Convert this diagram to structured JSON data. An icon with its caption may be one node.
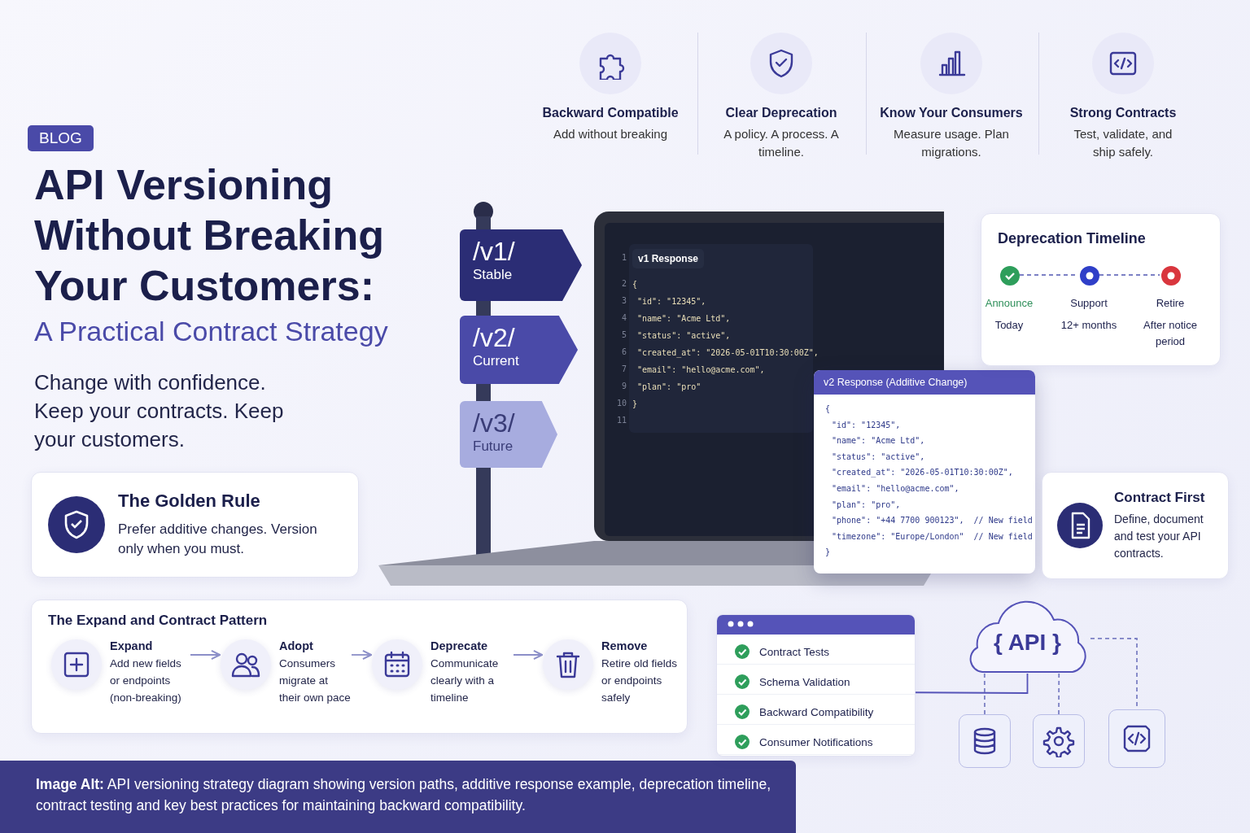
{
  "diagram": {
    "title": "API Versioning Without Breaking Your Customers:",
    "caption": "**Image Alt:** API versioning strategy diagram showing version paths, additive response example, deprecation timeline, contract testing and key best practices for maintaining backward compatibility.",
    "nodes": [
      {
        "text": [
          "Backward Compatible",
          "Add without breaking"
        ]
      },
      {
        "text": [
          "Clear Deprecation",
          "A policy. A process. A timeline."
        ]
      },
      {
        "text": [
          "Know Your Consumers",
          "Measure usage. Plan migrations."
        ]
      },
      {
        "text": [
          "Strong Contracts",
          "Test, validate, and ship safely."
        ]
      },
      {
        "text": [
          "/v1/",
          "Stable"
        ]
      },
      {
        "text": [
          "/v2/",
          "Current"
        ]
      },
      {
        "text": [
          "/v3/",
          "Future"
        ]
      },
      {
        "text": [
          "v1 Response",
          "{",
          "\"id\": \"12345\",",
          "\"name\": \"Acme Ltd\",",
          "\"status\": \"active\",",
          "\"created_at\": \"2026-05-01T10:30:00Z\",",
          "\"email\": \"hello@acme.com\",",
          "\"plan\": \"pro\"",
          "}"
        ]
      },
      {
        "text": [
          "v2 Response (Additive Change)",
          "{",
          "\"id\": \"12345\",",
          "\"name\": \"Acme Ltd\",",
          "\"status\": \"active\",",
          "\"created_at\": \"2026-05-01T10:30:00Z\",",
          "\"email\": \"hello@acme.com\",",
          "\"plan\": \"pro\",",
          "\"phone\": \"+44 7700 900123\",  // New field",
          "\"timezone\": \"Europe/London\"  // New field",
          "}"
        ]
      },
      {
        "text": [
          "Deprecation Timeline"
        ]
      },
      {
        "text": [],
        "shape": "circle",
        "in": 9,
        "beside": [
          "Announce",
          "Today"
        ]
      },
      {
        "text": [],
        "shape": "circle",
        "in": 9,
        "beside": [
          "Support",
          "12+ months"
        ]
      },
      {
        "text": [],
        "shape": "circle",
        "in": 9,
        "beside": [
          "Retire",
          "After notice period"
        ]
      },
      {
        "text": [
          "The Golden Rule",
          "Prefer additive changes. Version only when you must."
        ]
      },
      {
        "text": [
          "Contract First",
          "Define, document and test your API contracts."
        ]
      },
      {
        "text": [
          "The Expand and Contract Pattern"
        ]
      },
      {
        "text": [
          "Expand",
          "Add new fields or endpoints (non-breaking)"
        ],
        "in": 15
      },
      {
        "text": [
          "Adopt",
          "Consumers migrate at their own pace"
        ],
        "in": 15
      },
      {
        "text": [
          "Deprecate",
          "Communicate clearly with a timeline"
        ],
        "in": 15
      },
      {
        "text": [
          "Remove",
          "Retire old fields or endpoints safely"
        ],
        "in": 15
      },
      {
        "text": [
          "Contract Tests",
          "Schema Validation",
          "Backward Compatibility",
          "Consumer Notifications"
        ]
      },
      {
        "text": [
          "{ API }"
        ]
      },
      {
        "text": [],
        "shape": "box"
      },
      {
        "text": [],
        "shape": "box"
      },
      {
        "text": [],
        "shape": "box"
      }
    ],
    "edges": [
      {
        "from": 10,
        "to": 11,
        "arrow": "none",
        "style": "dashed"
      },
      {
        "from": 11,
        "to": 12,
        "arrow": "none",
        "style": "dashed"
      },
      {
        "from": 16,
        "to": 17,
        "arrow": "to"
      },
      {
        "from": 17,
        "to": 18,
        "arrow": "to"
      },
      {
        "from": 18,
        "to": 19,
        "arrow": "to"
      },
      {
        "from": 20,
        "to": 21,
        "arrow": "none"
      },
      {
        "from": 21,
        "to": 22,
        "arrow": "none",
        "style": "dashed"
      },
      {
        "from": 21,
        "to": 23,
        "arrow": "none",
        "style": "dashed"
      },
      {
        "from": 21,
        "to": 24,
        "arrow": "none",
        "style": "dashed"
      }
    ],
    "labels": [
      "BLOG",
      "A Practical Contract Strategy",
      "Change with confidence. Keep your contracts. Keep your customers.",
      "1",
      "2",
      "3",
      "4",
      "5",
      "6",
      "7",
      "9",
      "10",
      "11"
    ]
  }
}
